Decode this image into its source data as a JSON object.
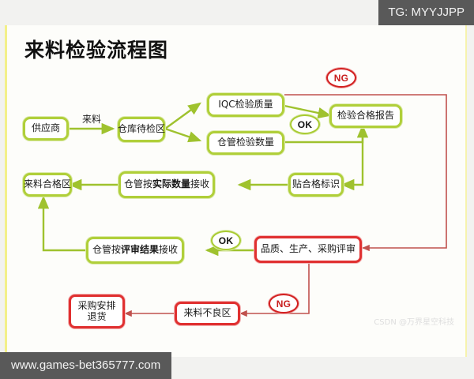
{
  "slide": {
    "title": "来料检验流程图"
  },
  "watermarks": {
    "tg": "TG: MYYJJPP",
    "url": "www.games-bet365777.com",
    "csdn": "CSDN @万界星空科技"
  },
  "colors": {
    "green_border": "#b0cf3a",
    "red_border": "#e03030",
    "green_wire": "#9fc22e",
    "red_wire": "#c0514d",
    "slide_bg": "#fdfdfa",
    "page_bg": "#f2f2f0",
    "yellow_frame": "#f3f08a",
    "watermark_bg": "#595959"
  },
  "nodes": [
    {
      "id": "supplier",
      "label": "供应商",
      "style": "green"
    },
    {
      "id": "warehouse-wait",
      "label": "仓库待检区",
      "style": "green"
    },
    {
      "id": "iqc-quality",
      "label": "IQC检验质量",
      "style": "green"
    },
    {
      "id": "wms-quantity",
      "label": "仓管检验数量",
      "style": "green"
    },
    {
      "id": "pass-report",
      "label": "检验合格报告",
      "style": "green"
    },
    {
      "id": "pass-label",
      "label": "贴合格标识",
      "style": "green"
    },
    {
      "id": "receive-actual",
      "label_pre": "仓管按",
      "label_bold": "实际数量",
      "label_post": "接收",
      "style": "green"
    },
    {
      "id": "qualified-area",
      "label": "来料合格区",
      "style": "green"
    },
    {
      "id": "receive-review",
      "label_pre": "仓管按",
      "label_bold": "评审结果",
      "label_post": "接收",
      "style": "green"
    },
    {
      "id": "review-board",
      "label": "品质、生产、采购评审",
      "style": "red"
    },
    {
      "id": "defect-area",
      "label": "来料不良区",
      "style": "red"
    },
    {
      "id": "purchase-return",
      "label_line1": "采购安排",
      "label_line2": "退货",
      "style": "red"
    }
  ],
  "edge_labels": [
    {
      "id": "incoming-material",
      "label": "来料"
    }
  ],
  "badges": [
    {
      "id": "ng-iqc",
      "label": "NG",
      "style": "ng"
    },
    {
      "id": "ok-iqc",
      "label": "OK",
      "style": "ok"
    },
    {
      "id": "ok-review",
      "label": "OK",
      "style": "ok"
    },
    {
      "id": "ng-review",
      "label": "NG",
      "style": "ng"
    }
  ]
}
